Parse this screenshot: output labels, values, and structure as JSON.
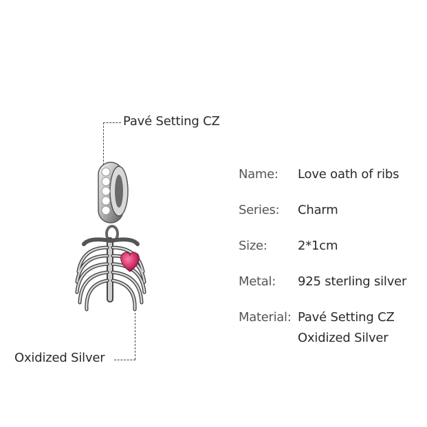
{
  "callouts": {
    "top": "Pavé Setting CZ",
    "bottom": "Oxidized Silver"
  },
  "specs": [
    {
      "key": "Name:",
      "value": [
        "Love oath of ribs"
      ]
    },
    {
      "key": "Series:",
      "value": [
        "Charm"
      ]
    },
    {
      "key": "Size:",
      "value": [
        "2*1cm"
      ]
    },
    {
      "key": "Metal:",
      "value": [
        "925 sterling silver"
      ]
    },
    {
      "key": "Material:",
      "value": [
        "Pavé Setting CZ",
        "Oxidized Silver"
      ]
    }
  ],
  "product": {
    "image": "ribcage-charm-with-pink-heart",
    "colors": {
      "silver": "#b9b9b9",
      "dark": "#3a3a3a",
      "heart": "#d0306a"
    }
  }
}
